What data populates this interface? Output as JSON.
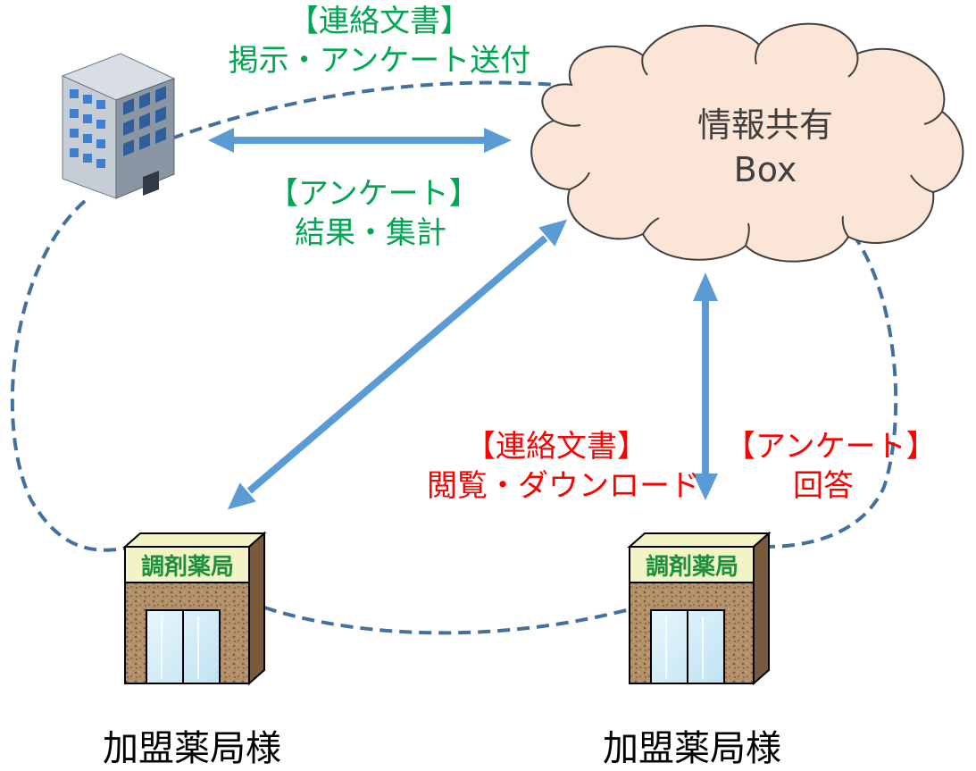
{
  "colors": {
    "green_label": "#00A651",
    "red_label": "#FF0000",
    "arrow": "#5B9BD5",
    "dashed_line": "#41719C",
    "cloud_fill": "#FBE5D6",
    "cloud_stroke": "#404040",
    "cloud_text": "#404040"
  },
  "cloud": {
    "line1": "情報共有",
    "line2": "Box"
  },
  "labels": {
    "hq_send": {
      "line1": "【連絡文書】",
      "line2": "掲示・アンケート送付"
    },
    "hq_results": {
      "line1": "【アンケート】",
      "line2": "結果・集計"
    },
    "pharmacy_view": {
      "line1": "【連絡文書】",
      "line2": "閲覧・ダウンロード"
    },
    "pharmacy_answer": {
      "line1": "【アンケート】",
      "line2": "回答"
    }
  },
  "pharmacies": [
    {
      "sign": "調剤薬局",
      "caption": "加盟薬局様"
    },
    {
      "sign": "調剤薬局",
      "caption": "加盟薬局様"
    }
  ],
  "icons": {
    "headquarters": "office-building-icon",
    "pharmacy": "pharmacy-store-icon",
    "cloud": "cloud-icon"
  }
}
